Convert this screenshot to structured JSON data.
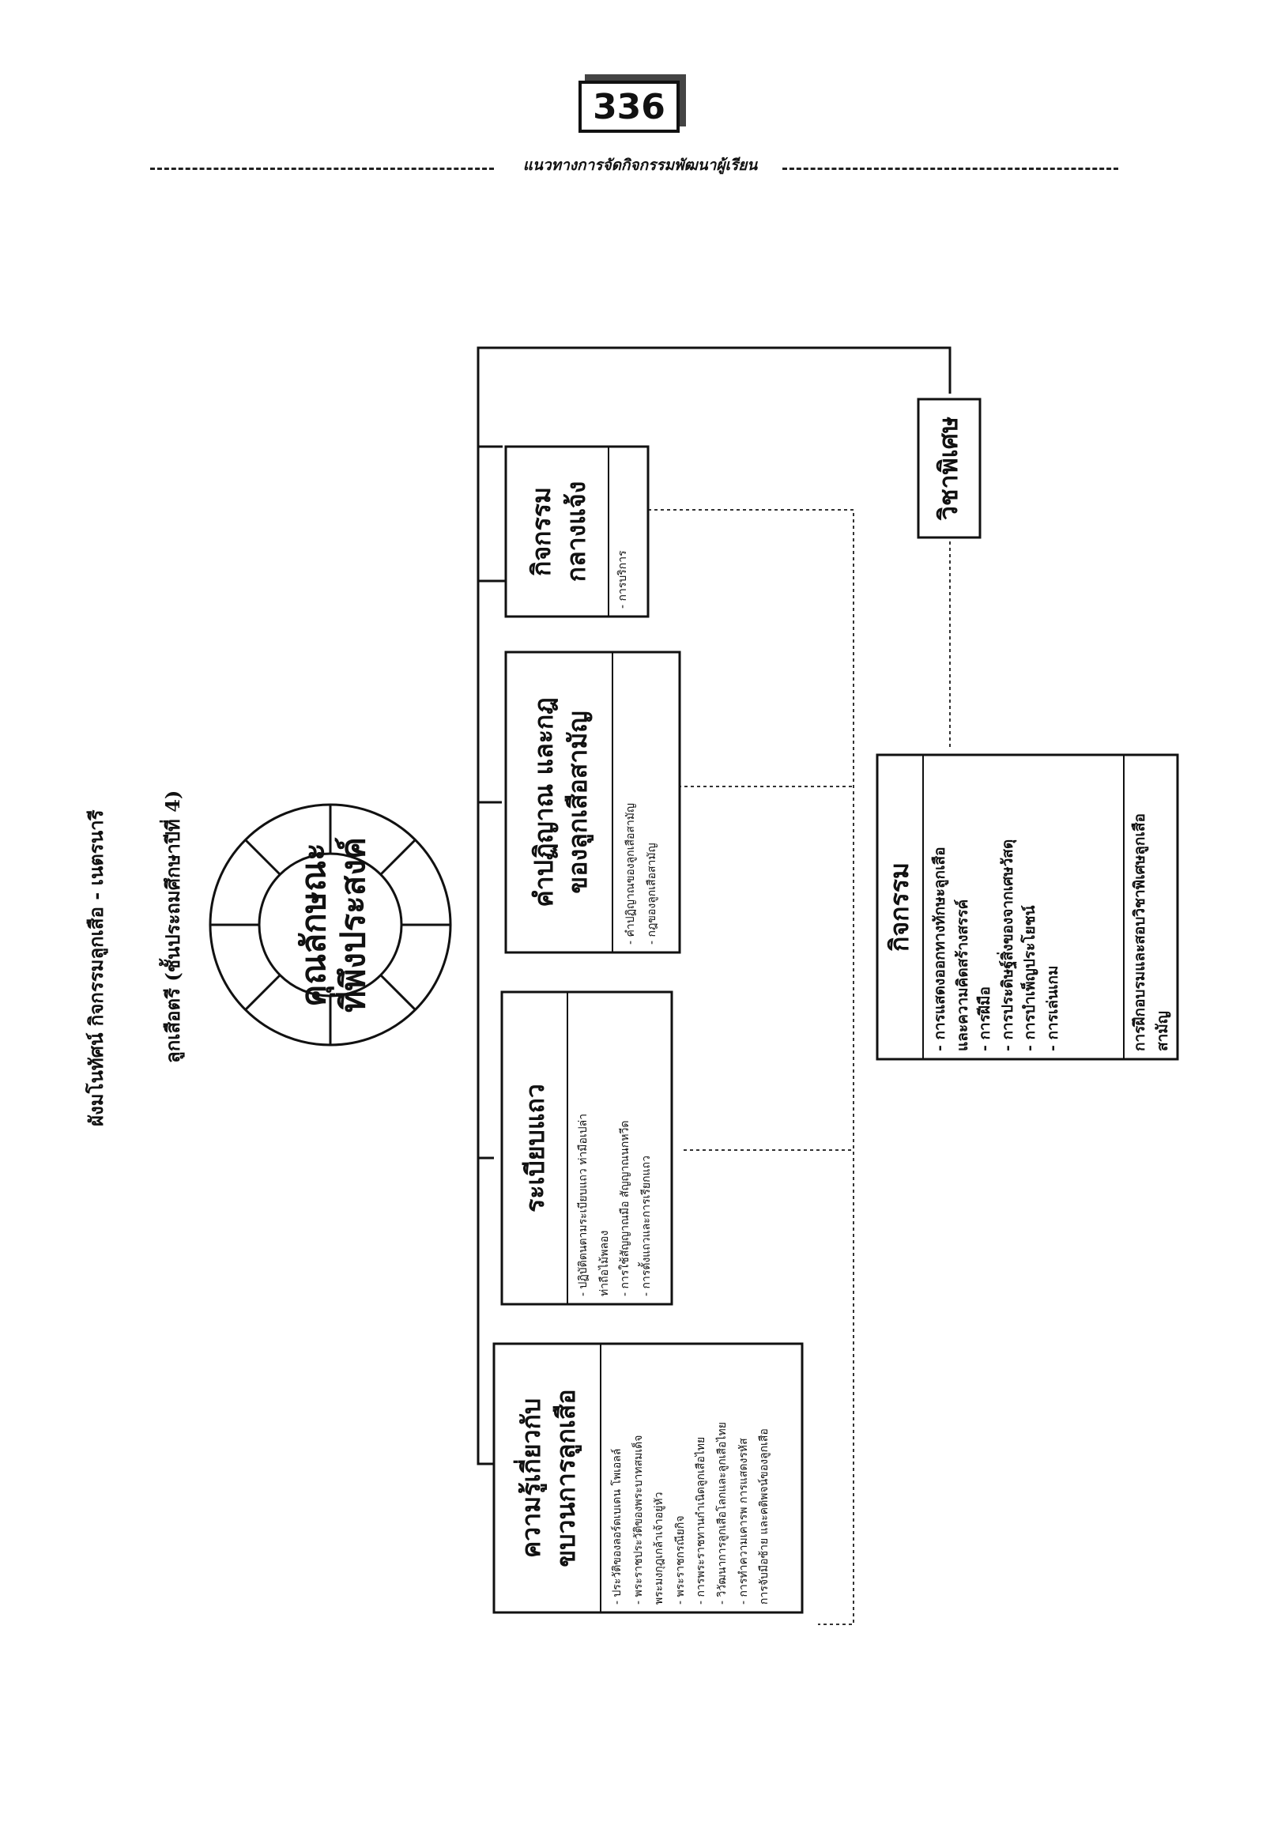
{
  "page_number": "336",
  "header": {
    "title": "แนวทางการจัดกิจกรรมพัฒนาผู้เรียน"
  },
  "diagram": {
    "title_line1": "ผังมโนทัศน์ กิจกรรมลูกเสือ - เนตรนารี",
    "title_line2": "ลูกเสือตรี (ชั้นประถมศึกษาปีที่ 4)",
    "center_line1": "คุณลักษณะ",
    "center_line2": "ที่พึงประสงค์",
    "boxes": [
      {
        "title_line1": "ความรู้เกี่ยวกับ",
        "title_line2": "ขบวนการลูกเสือ",
        "items": [
          "- ประวัติของลอร์ดเบเดน โพเอลล์",
          "- พระราชประวัติของพระบาทสมเด็จ",
          "  พระมงกุฎเกล้าเจ้าอยู่หัว",
          "- พระราชกรณียกิจ",
          "- การพระราชทานกำเนิดลูกเสือไทย",
          "- วิวัฒนาการลูกเสือโลกและลูกเสือไทย",
          "- การทำความเคารพ การแสดงรหัส",
          "  การจับมือซ้าย และคติพจน์ของลูกเสือ"
        ]
      },
      {
        "title_line1": "ระเบียบแถว",
        "title_line2": "",
        "items": [
          "- ปฏิบัติตนตามระเบียบแถว ท่ามือเปล่า",
          "  ท่าถือไม้พลอง",
          "- การใช้สัญญาณมือ สัญญาณนกหวีด",
          "- การตั้งแถวและการเรียกแถว"
        ]
      },
      {
        "title_line1": "คำปฏิญาณ และกฎ",
        "title_line2": "ของลูกเสือสามัญ",
        "items": [
          "- คำปฏิญาณของลูกเสือสามัญ",
          "- กฎของลูกเสือสามัญ"
        ]
      },
      {
        "title_line1": "กิจกรรม",
        "title_line2": "กลางแจ้ง",
        "items": [
          "- การบริการ"
        ]
      }
    ],
    "special": {
      "title": "วิชาพิเศษ"
    },
    "activity": {
      "title": "กิจกรรม",
      "items": [
        "- การแสดงออกทางทักษะลูกเสือ",
        "  และความคิดสร้างสรรค์",
        "- การฝีมือ",
        "- การประดิษฐ์สิ่งของจากเศษวัสดุ",
        "- การบำเพ็ญประโยชน์",
        "- การเล่นเกม"
      ],
      "bottom_line1": "การฝึกอบรมและสอบวิชาพิเศษลูกเสือ",
      "bottom_line2": "สามัญ"
    }
  }
}
